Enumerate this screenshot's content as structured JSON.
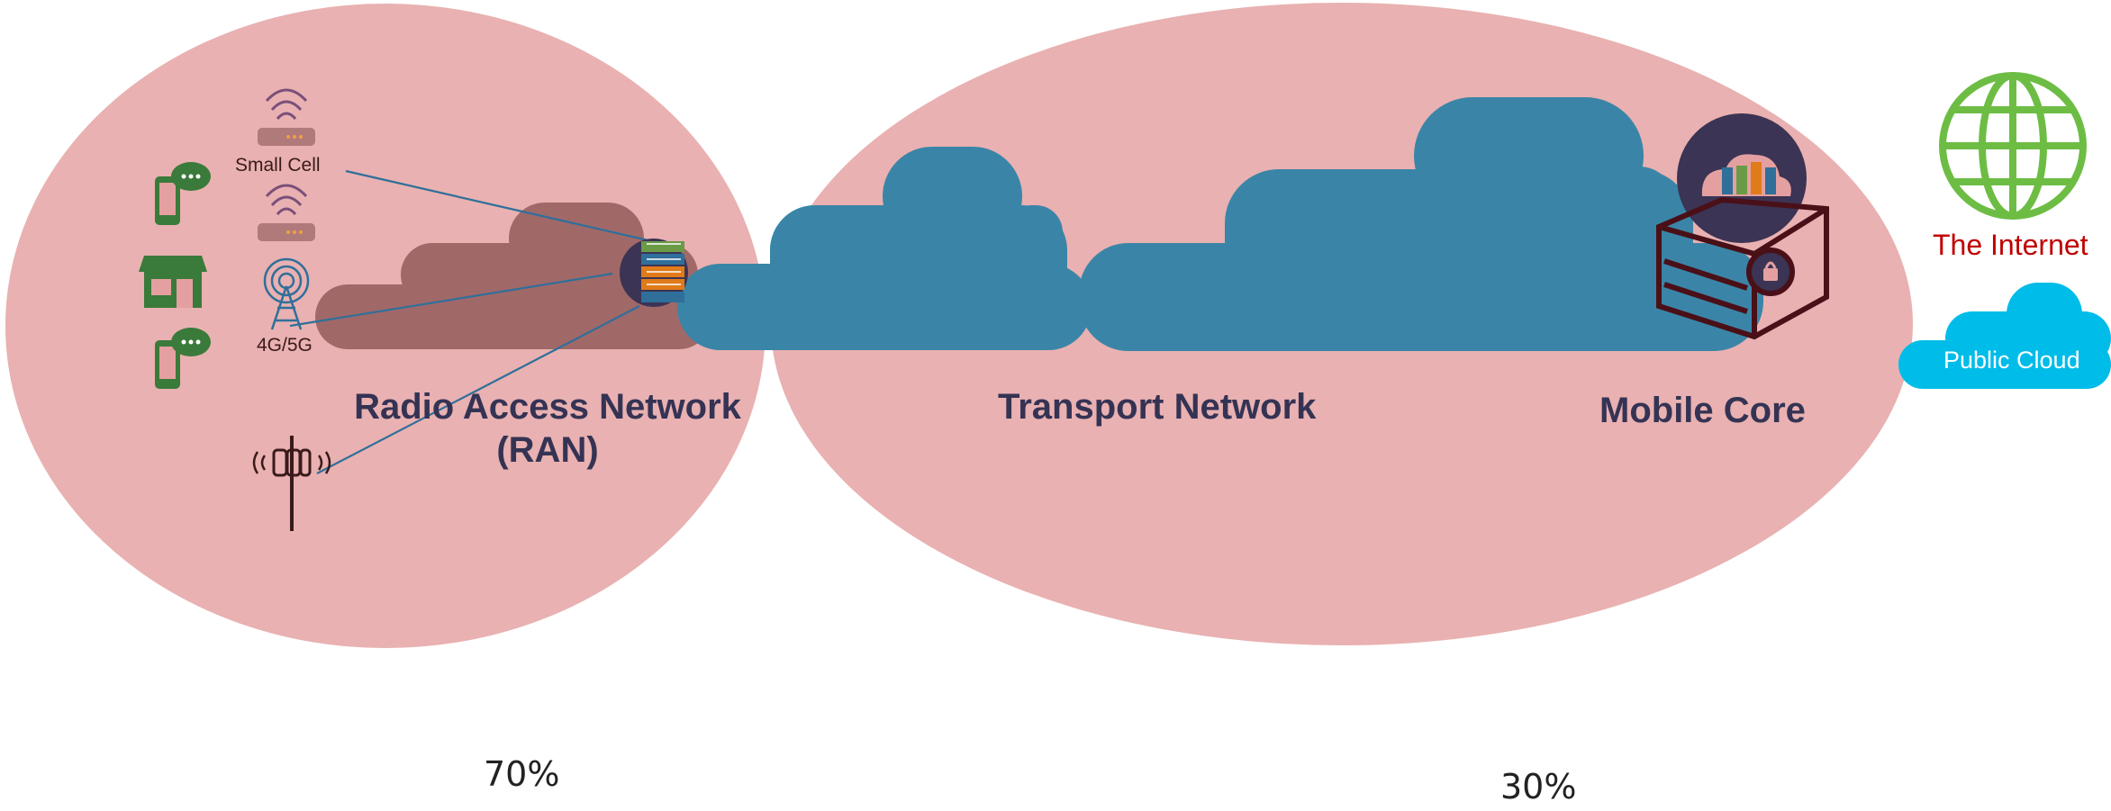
{
  "colors": {
    "ellipse_fill": "#e4a0a0",
    "transport_cloud": "#3a85a7",
    "ran_cloud": "#a16868",
    "public_cloud": "#00bce9",
    "device_green": "#3a7a3a",
    "internet_green": "#6dbd44",
    "internet_text": "#c00000",
    "label_text": "#353354",
    "line_color": "#2f6f9a"
  },
  "regions": {
    "ran": {
      "label_line1": "Radio Access Network",
      "label_line2": "(RAN)",
      "percent": "70%"
    },
    "transport": {
      "label": "Transport Network"
    },
    "core": {
      "label": "Mobile Core",
      "percent": "30%"
    }
  },
  "ran_nodes": {
    "small_cell": "Small Cell",
    "macro_cell": "4G/5G"
  },
  "external": {
    "internet": "The Internet",
    "public_cloud": "Public Cloud"
  },
  "icons": {
    "user_devices": [
      "smartphone-chat-icon",
      "storefront-icon",
      "smartphone-chat-icon"
    ],
    "ran_equipment": [
      "small-cell-router-icon",
      "small-cell-router-icon",
      "cell-tower-icon",
      "street-antenna-icon"
    ],
    "aggregation": "server-rack-hub-icon",
    "core": [
      "cloud-server-icon",
      "secure-datacenter-box-icon"
    ],
    "internet": "globe-icon"
  }
}
